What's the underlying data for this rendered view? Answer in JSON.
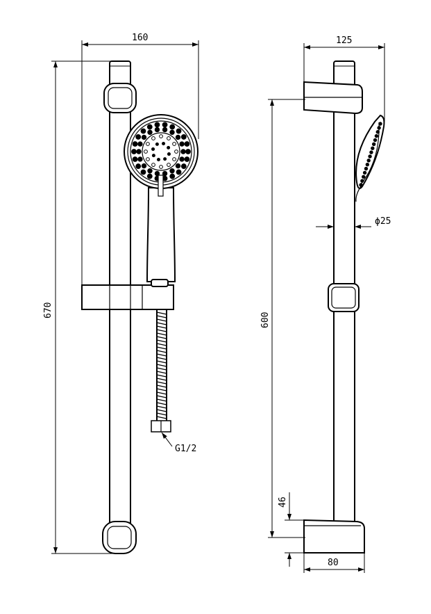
{
  "drawing": {
    "front_view": {
      "width_label": "160",
      "height_label": "670",
      "thread_label": "G1/2"
    },
    "side_view": {
      "depth_label": "125",
      "rail_length_label": "600",
      "diameter_label": "ϕ25",
      "bracket_height_label": "46",
      "bracket_depth_label": "80"
    },
    "line_color": "#000000"
  }
}
